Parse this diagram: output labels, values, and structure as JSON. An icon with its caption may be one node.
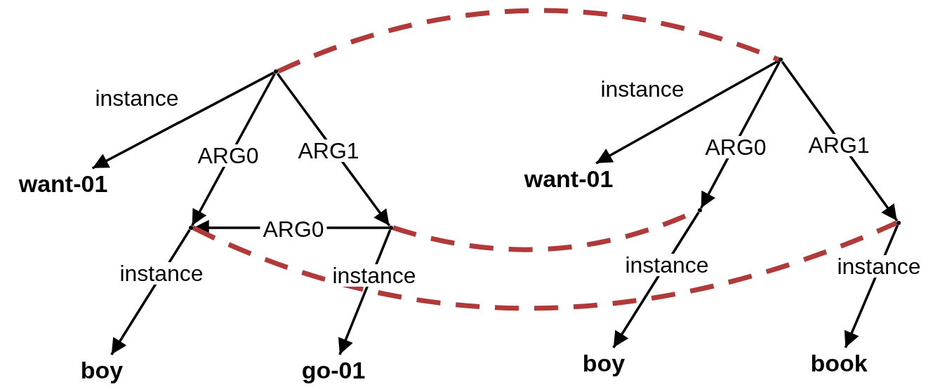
{
  "diagram": {
    "nodes": [
      {
        "text": [],
        "shape": "dot"
      },
      {
        "text": [
          "want-01"
        ]
      },
      {
        "text": [],
        "shape": "dot"
      },
      {
        "text": [],
        "shape": "dot"
      },
      {
        "text": [
          "boy"
        ]
      },
      {
        "text": [
          "go-01"
        ]
      },
      {
        "text": [],
        "shape": "dot"
      },
      {
        "text": [
          "want-01"
        ]
      },
      {
        "text": [],
        "shape": "dot"
      },
      {
        "text": [],
        "shape": "dot"
      },
      {
        "text": [
          "boy"
        ]
      },
      {
        "text": [
          "book"
        ]
      }
    ],
    "edges": [
      {
        "from": 0,
        "to": 1,
        "arrow": "to",
        "label": "instance"
      },
      {
        "from": 0,
        "to": 2,
        "arrow": "to",
        "label": "ARG0"
      },
      {
        "from": 0,
        "to": 3,
        "arrow": "to",
        "label": "ARG1"
      },
      {
        "from": 3,
        "to": 2,
        "arrow": "to",
        "label": "ARG0"
      },
      {
        "from": 2,
        "to": 4,
        "arrow": "to",
        "label": "instance"
      },
      {
        "from": 3,
        "to": 5,
        "arrow": "to",
        "label": "instance"
      },
      {
        "from": 6,
        "to": 7,
        "arrow": "to",
        "label": "instance"
      },
      {
        "from": 6,
        "to": 8,
        "arrow": "to",
        "label": "ARG0"
      },
      {
        "from": 6,
        "to": 9,
        "arrow": "to",
        "label": "ARG1"
      },
      {
        "from": 8,
        "to": 10,
        "arrow": "to",
        "label": "instance"
      },
      {
        "from": 9,
        "to": 11,
        "arrow": "to",
        "label": "instance"
      },
      {
        "from": 0,
        "to": 6,
        "arrow": "none",
        "style": "dashed",
        "color": "#b03a3a"
      },
      {
        "from": 3,
        "to": 8,
        "arrow": "none",
        "style": "dashed",
        "color": "#b03a3a"
      },
      {
        "from": 2,
        "to": 9,
        "arrow": "none",
        "style": "dashed",
        "color": "#b03a3a"
      }
    ]
  }
}
